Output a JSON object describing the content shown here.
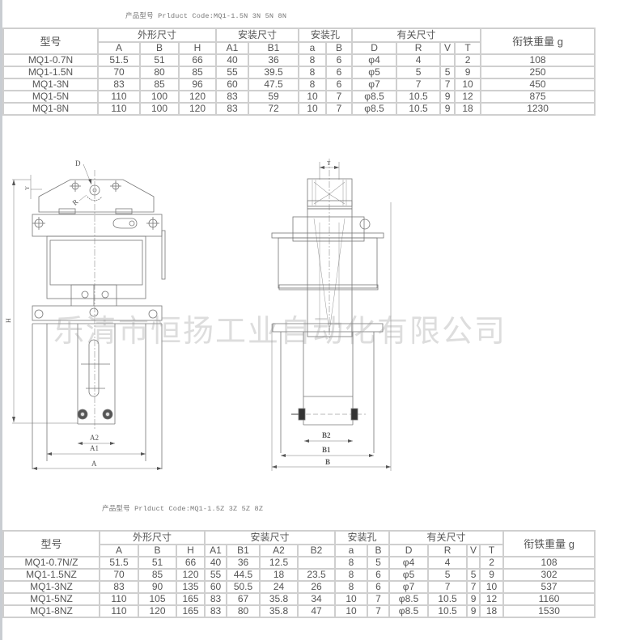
{
  "top_section": {
    "product_code_line": "产品型号 Prlduct Code:MQ1-1.5N 3N 5N 8N",
    "table": {
      "model_header": "型号",
      "weight_header": "衔铁重量 g",
      "groups": {
        "outline": "外形尺寸",
        "mounting": "安装尺寸",
        "holes": "安装孔",
        "related": "有关尺寸"
      },
      "subheaders": [
        "A",
        "B",
        "H",
        "A1",
        "B1",
        "a",
        "B",
        "D",
        "R",
        "V",
        "T"
      ],
      "rows": [
        {
          "model": "MQ1-0.7N",
          "A": "51.5",
          "B": "51",
          "H": "66",
          "A1": "40",
          "B1": "36",
          "a": "8",
          "hB": "6",
          "D": "φ4",
          "R": "4",
          "V": "",
          "T": "2",
          "weight": "108"
        },
        {
          "model": "MQ1-1.5N",
          "A": "70",
          "B": "80",
          "H": "85",
          "A1": "55",
          "B1": "39.5",
          "a": "8",
          "hB": "6",
          "D": "φ5",
          "R": "5",
          "V": "5",
          "T": "9",
          "weight": "250"
        },
        {
          "model": "MQ1-3N",
          "A": "83",
          "B": "85",
          "H": "96",
          "A1": "60",
          "B1": "47.5",
          "a": "8",
          "hB": "6",
          "D": "φ7",
          "R": "7",
          "V": "7",
          "T": "10",
          "weight": "450"
        },
        {
          "model": "MQ1-5N",
          "A": "110",
          "B": "100",
          "H": "120",
          "A1": "83",
          "B1": "59",
          "a": "10",
          "hB": "7",
          "D": "φ8.5",
          "R": "10.5",
          "V": "9",
          "T": "12",
          "weight": "875"
        },
        {
          "model": "MQ1-8N",
          "A": "110",
          "B": "100",
          "H": "120",
          "A1": "83",
          "B1": "72",
          "a": "10",
          "hB": "7",
          "D": "φ8.5",
          "R": "10.5",
          "V": "9",
          "T": "18",
          "weight": "1230"
        }
      ]
    }
  },
  "drawing": {
    "front_view_labels": {
      "D": "D",
      "Y": "Y",
      "R": "R",
      "H": "H",
      "A2": "A2",
      "A1": "A1",
      "A": "A"
    },
    "side_view_labels": {
      "T": "T",
      "B2": "B2",
      "B1": "B1",
      "B": "B"
    },
    "watermark": "乐清市恒扬工业自动化有限公司"
  },
  "bottom_section": {
    "product_code_line": "产品型号 Prlduct Code:MQ1-1.5Z 3Z 5Z 8Z",
    "table": {
      "model_header": "型号",
      "weight_header": "衔铁重量 g",
      "groups": {
        "outline": "外形尺寸",
        "mounting": "安装尺寸",
        "holes": "安装孔",
        "related": "有关尺寸"
      },
      "subheaders": [
        "A",
        "B",
        "H",
        "A1",
        "B1",
        "A2",
        "B2",
        "a",
        "B",
        "D",
        "R",
        "V",
        "T"
      ],
      "rows": [
        {
          "model": "MQ1-0.7N/Z",
          "A": "51.5",
          "B": "51",
          "H": "66",
          "A1": "40",
          "B1": "36",
          "A2": "12.5",
          "B2": "",
          "a": "8",
          "hB": "5",
          "D": "φ4",
          "R": "4",
          "V": "",
          "T": "2",
          "weight": "108"
        },
        {
          "model": "MQ1-1.5NZ",
          "A": "70",
          "B": "85",
          "H": "120",
          "A1": "55",
          "B1": "44.5",
          "A2": "18",
          "B2": "23.5",
          "a": "8",
          "hB": "6",
          "D": "φ5",
          "R": "5",
          "V": "5",
          "T": "9",
          "weight": "302"
        },
        {
          "model": "MQ1-3NZ",
          "A": "83",
          "B": "90",
          "H": "135",
          "A1": "60",
          "B1": "50.5",
          "A2": "24",
          "B2": "26",
          "a": "8",
          "hB": "6",
          "D": "φ7",
          "R": "7",
          "V": "7",
          "T": "10",
          "weight": "537"
        },
        {
          "model": "MQ1-5NZ",
          "A": "110",
          "B": "105",
          "H": "165",
          "A1": "83",
          "B1": "67",
          "A2": "35.8",
          "B2": "34",
          "a": "10",
          "hB": "7",
          "D": "φ8.5",
          "R": "10.5",
          "V": "9",
          "T": "12",
          "weight": "1160"
        },
        {
          "model": "MQ1-8NZ",
          "A": "110",
          "B": "120",
          "H": "165",
          "A1": "83",
          "B1": "80",
          "A2": "35.8",
          "B2": "47",
          "a": "10",
          "hB": "7",
          "D": "φ8.5",
          "R": "10.5",
          "V": "9",
          "T": "18",
          "weight": "1530"
        }
      ]
    }
  }
}
